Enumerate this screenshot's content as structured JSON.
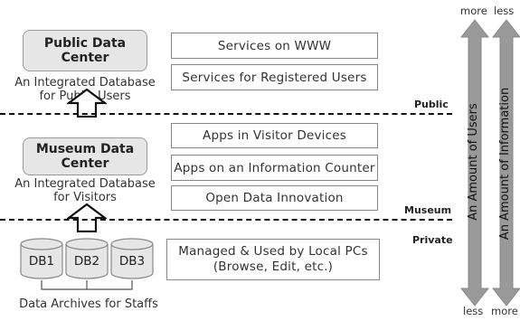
{
  "public_data_center": {
    "title": "Public Data Center",
    "caption_line1": "An Integrated Database",
    "caption_line2": "for Public Users"
  },
  "museum_data_center": {
    "title_line1": "Museum Data",
    "title_line2": "Center",
    "caption_line1": "An Integrated Database",
    "caption_line2": "for Visitors"
  },
  "archives": {
    "databases": [
      "DB1",
      "DB2",
      "DB3"
    ],
    "caption": "Data Archives for Staffs"
  },
  "services": {
    "public": [
      "Services on WWW",
      "Services for Registered Users"
    ],
    "museum": [
      "Apps in Visitor Devices",
      "Apps on an Information Counter",
      "Open Data Innovation"
    ],
    "private_line1": "Managed & Used by Local PCs",
    "private_line2": "(Browse, Edit, etc.)"
  },
  "zones": {
    "public": "Public",
    "museum": "Museum",
    "private": "Private"
  },
  "users_axis": {
    "label": "An Amount of Users",
    "top": "more",
    "bottom": "less"
  },
  "info_axis": {
    "label": "An Amount of Information",
    "top": "less",
    "bottom": "more"
  }
}
